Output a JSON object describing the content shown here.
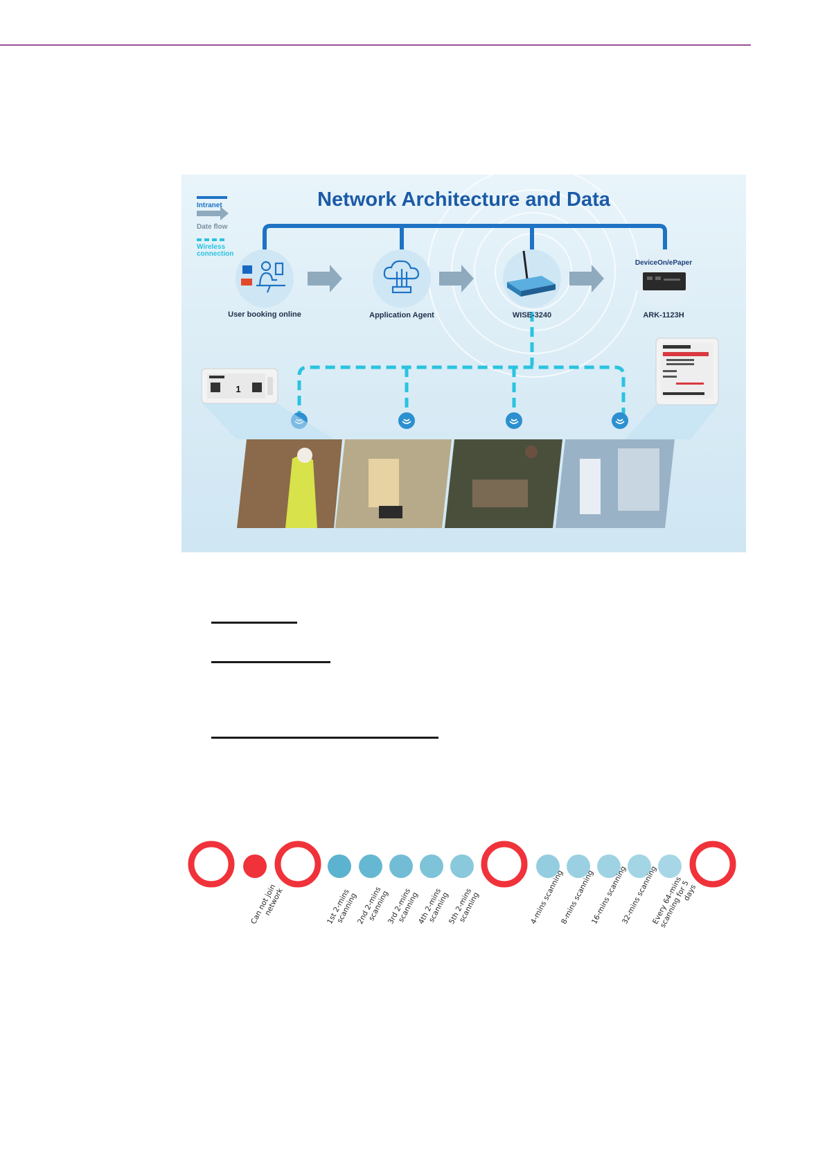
{
  "diagram": {
    "title": "Network Architecture and Data",
    "legend": {
      "intranet": "Intranet",
      "data_flow": "Date flow",
      "wireless_line1": "Wireless",
      "wireless_line2": "connection"
    },
    "nodes": {
      "user": "User booking online",
      "agent": "Application Agent",
      "wise": "WISE-3240",
      "ark": "ARK-1123H",
      "ark_brand": "DeviceOn/ePaper"
    },
    "epaper_left_value": "1",
    "colors": {
      "intranet": "#1e73c4",
      "wireless": "#2bc3e0",
      "title": "#1b5aa6",
      "arrow": "#8fa9bd"
    }
  },
  "timeline": {
    "labels": [
      "Can not join\nnetwork",
      "1st 2-mins\nscanning",
      "2nd 2-mins\nscanning",
      "3rd 2-mins\nscanning",
      "4th 2-mins\nscanning",
      "5th 2-mins\nscanning",
      "4-mins scanning",
      "8-mins scanning",
      "16-mins scanning",
      "32-mins scanning",
      "Every 64-mins\nscanning for 5\ndays"
    ],
    "colors": {
      "ring": "#f0323a",
      "dot_dark": "#5bb3cf",
      "dot_light": "#a7d6e6"
    }
  }
}
